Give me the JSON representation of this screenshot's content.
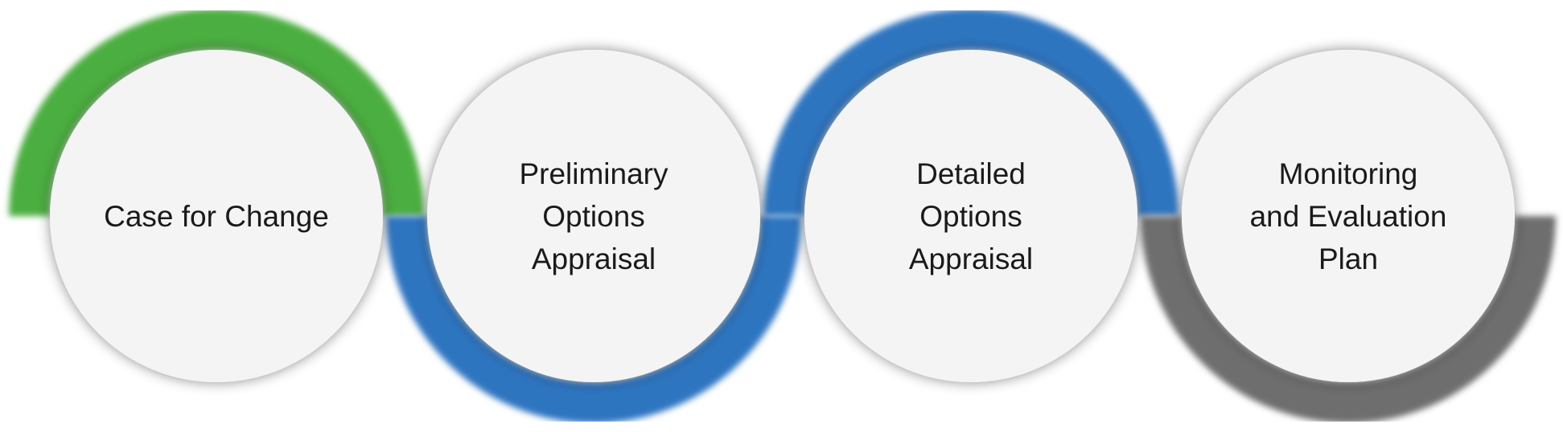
{
  "title": "Process stages",
  "stages": [
    {
      "label_lines": [
        "Case for Change"
      ],
      "arc_color": "#4cae3f",
      "arc_side": "top"
    },
    {
      "label_lines": [
        "Preliminary",
        "Options",
        "Appraisal"
      ],
      "arc_color": "#2f74c0",
      "arc_side": "bottom"
    },
    {
      "label_lines": [
        "Detailed",
        "Options",
        "Appraisal"
      ],
      "arc_color": "#2f74c0",
      "arc_side": "top"
    },
    {
      "label_lines": [
        "Monitoring",
        "and Evaluation",
        "Plan"
      ],
      "arc_color": "#6e6e6e",
      "arc_side": "bottom"
    }
  ]
}
